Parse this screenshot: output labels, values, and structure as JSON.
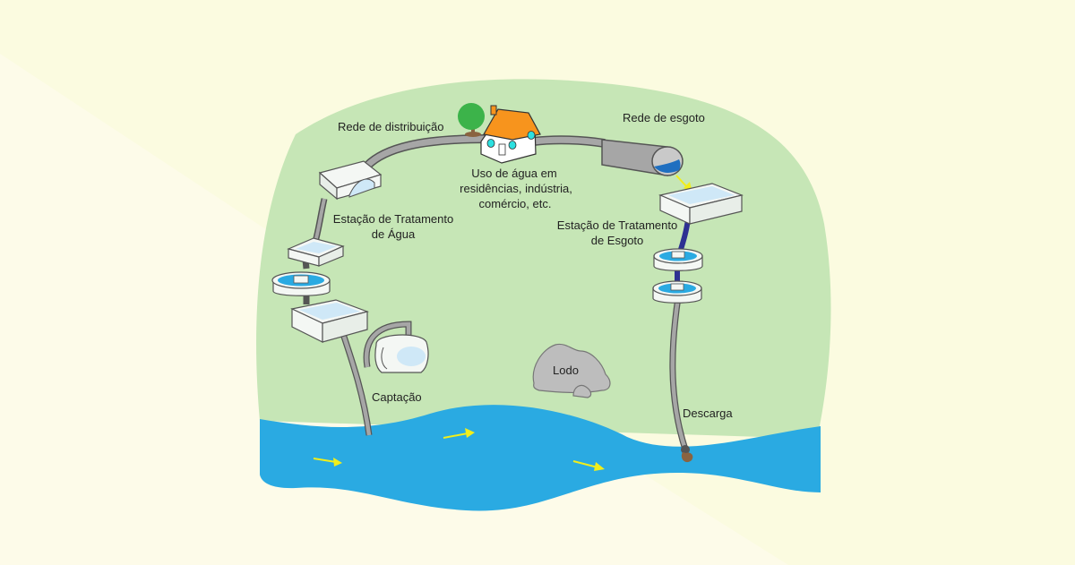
{
  "colors": {
    "background": "#fdfbe9",
    "land": "#c6e6b6",
    "river": "#2aaae2",
    "pipe": "#a6a6a6",
    "pipe_outline": "#555555",
    "sewage_pipe": "#2e3192",
    "tank_water": "#cfe8f7",
    "clarifier_water": "#2aaae2",
    "roof": "#f7941d",
    "tree": "#3cb34a",
    "sludge": "#bdbdbd",
    "flow_arrow": "#f2ee1a",
    "outfall": "#8a6340"
  },
  "labels": {
    "distribution": "Rede de distribuição",
    "sewer": "Rede de esgoto",
    "usage_line1": "Uso de água em",
    "usage_line2": "residências, indústria,",
    "usage_line3": "comércio, etc.",
    "wtp_line1": "Estação de Tratamento",
    "wtp_line2": "de Água",
    "stp_line1": "Estação de Tratamento",
    "stp_line2": "de Esgoto",
    "intake": "Captação",
    "sludge": "Lodo",
    "discharge": "Descarga"
  },
  "icons": [
    "house-icon",
    "tree-icon",
    "sewer-pipe-icon",
    "clarifier-tank-icon",
    "treatment-tank-icon",
    "reservoir-icon",
    "sludge-rock-icon",
    "flow-arrow-icon"
  ]
}
